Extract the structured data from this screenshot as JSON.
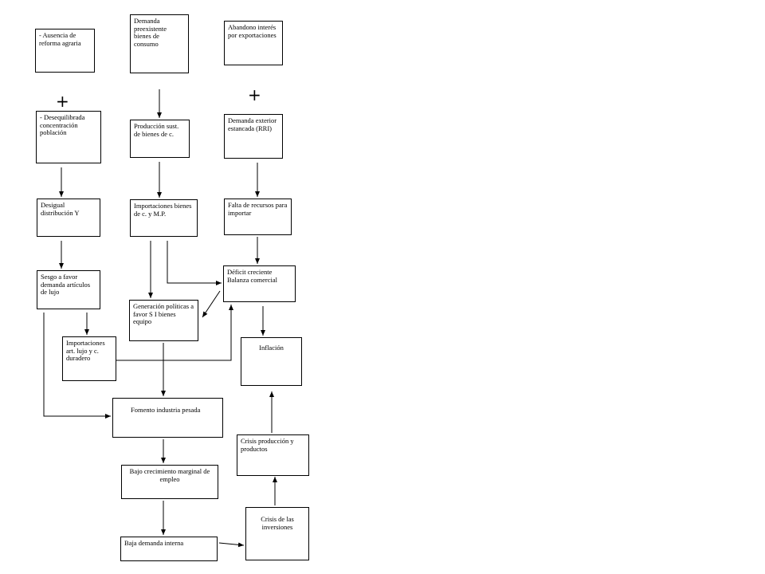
{
  "boxes": {
    "b1": "- Ausencia de reforma agraria",
    "b2": "Demanda preexistente bienes de consumo",
    "b3": "Abandono interés por exportaciones",
    "b4": "- Desequilibrada concentración población",
    "b5": "Producción sust. de bienes de c.",
    "b6": "Demanda exterior estancada (RRI)",
    "b7": "Desigual distribución Y",
    "b8": "Importaciones bienes de c. y M.P.",
    "b9": "Falta de recursos para importar",
    "b10": "Sesgo a favor demanda artículos de lujo",
    "b11": "Déficit creciente Balanza comercial",
    "b12": "Generación políticas a favor S I bienes equipo",
    "b13": "Importaciones art. lujo y c. duradero",
    "b14": "Inflación",
    "b15": "Fomento industria pesada",
    "b16": "Crisis producción y productos",
    "b17": "Bajo crecimiento marginal de empleo",
    "b18": "Crisis de las inversiones",
    "b19": "Baja demanda interna"
  },
  "symbols": {
    "plus": "+"
  }
}
